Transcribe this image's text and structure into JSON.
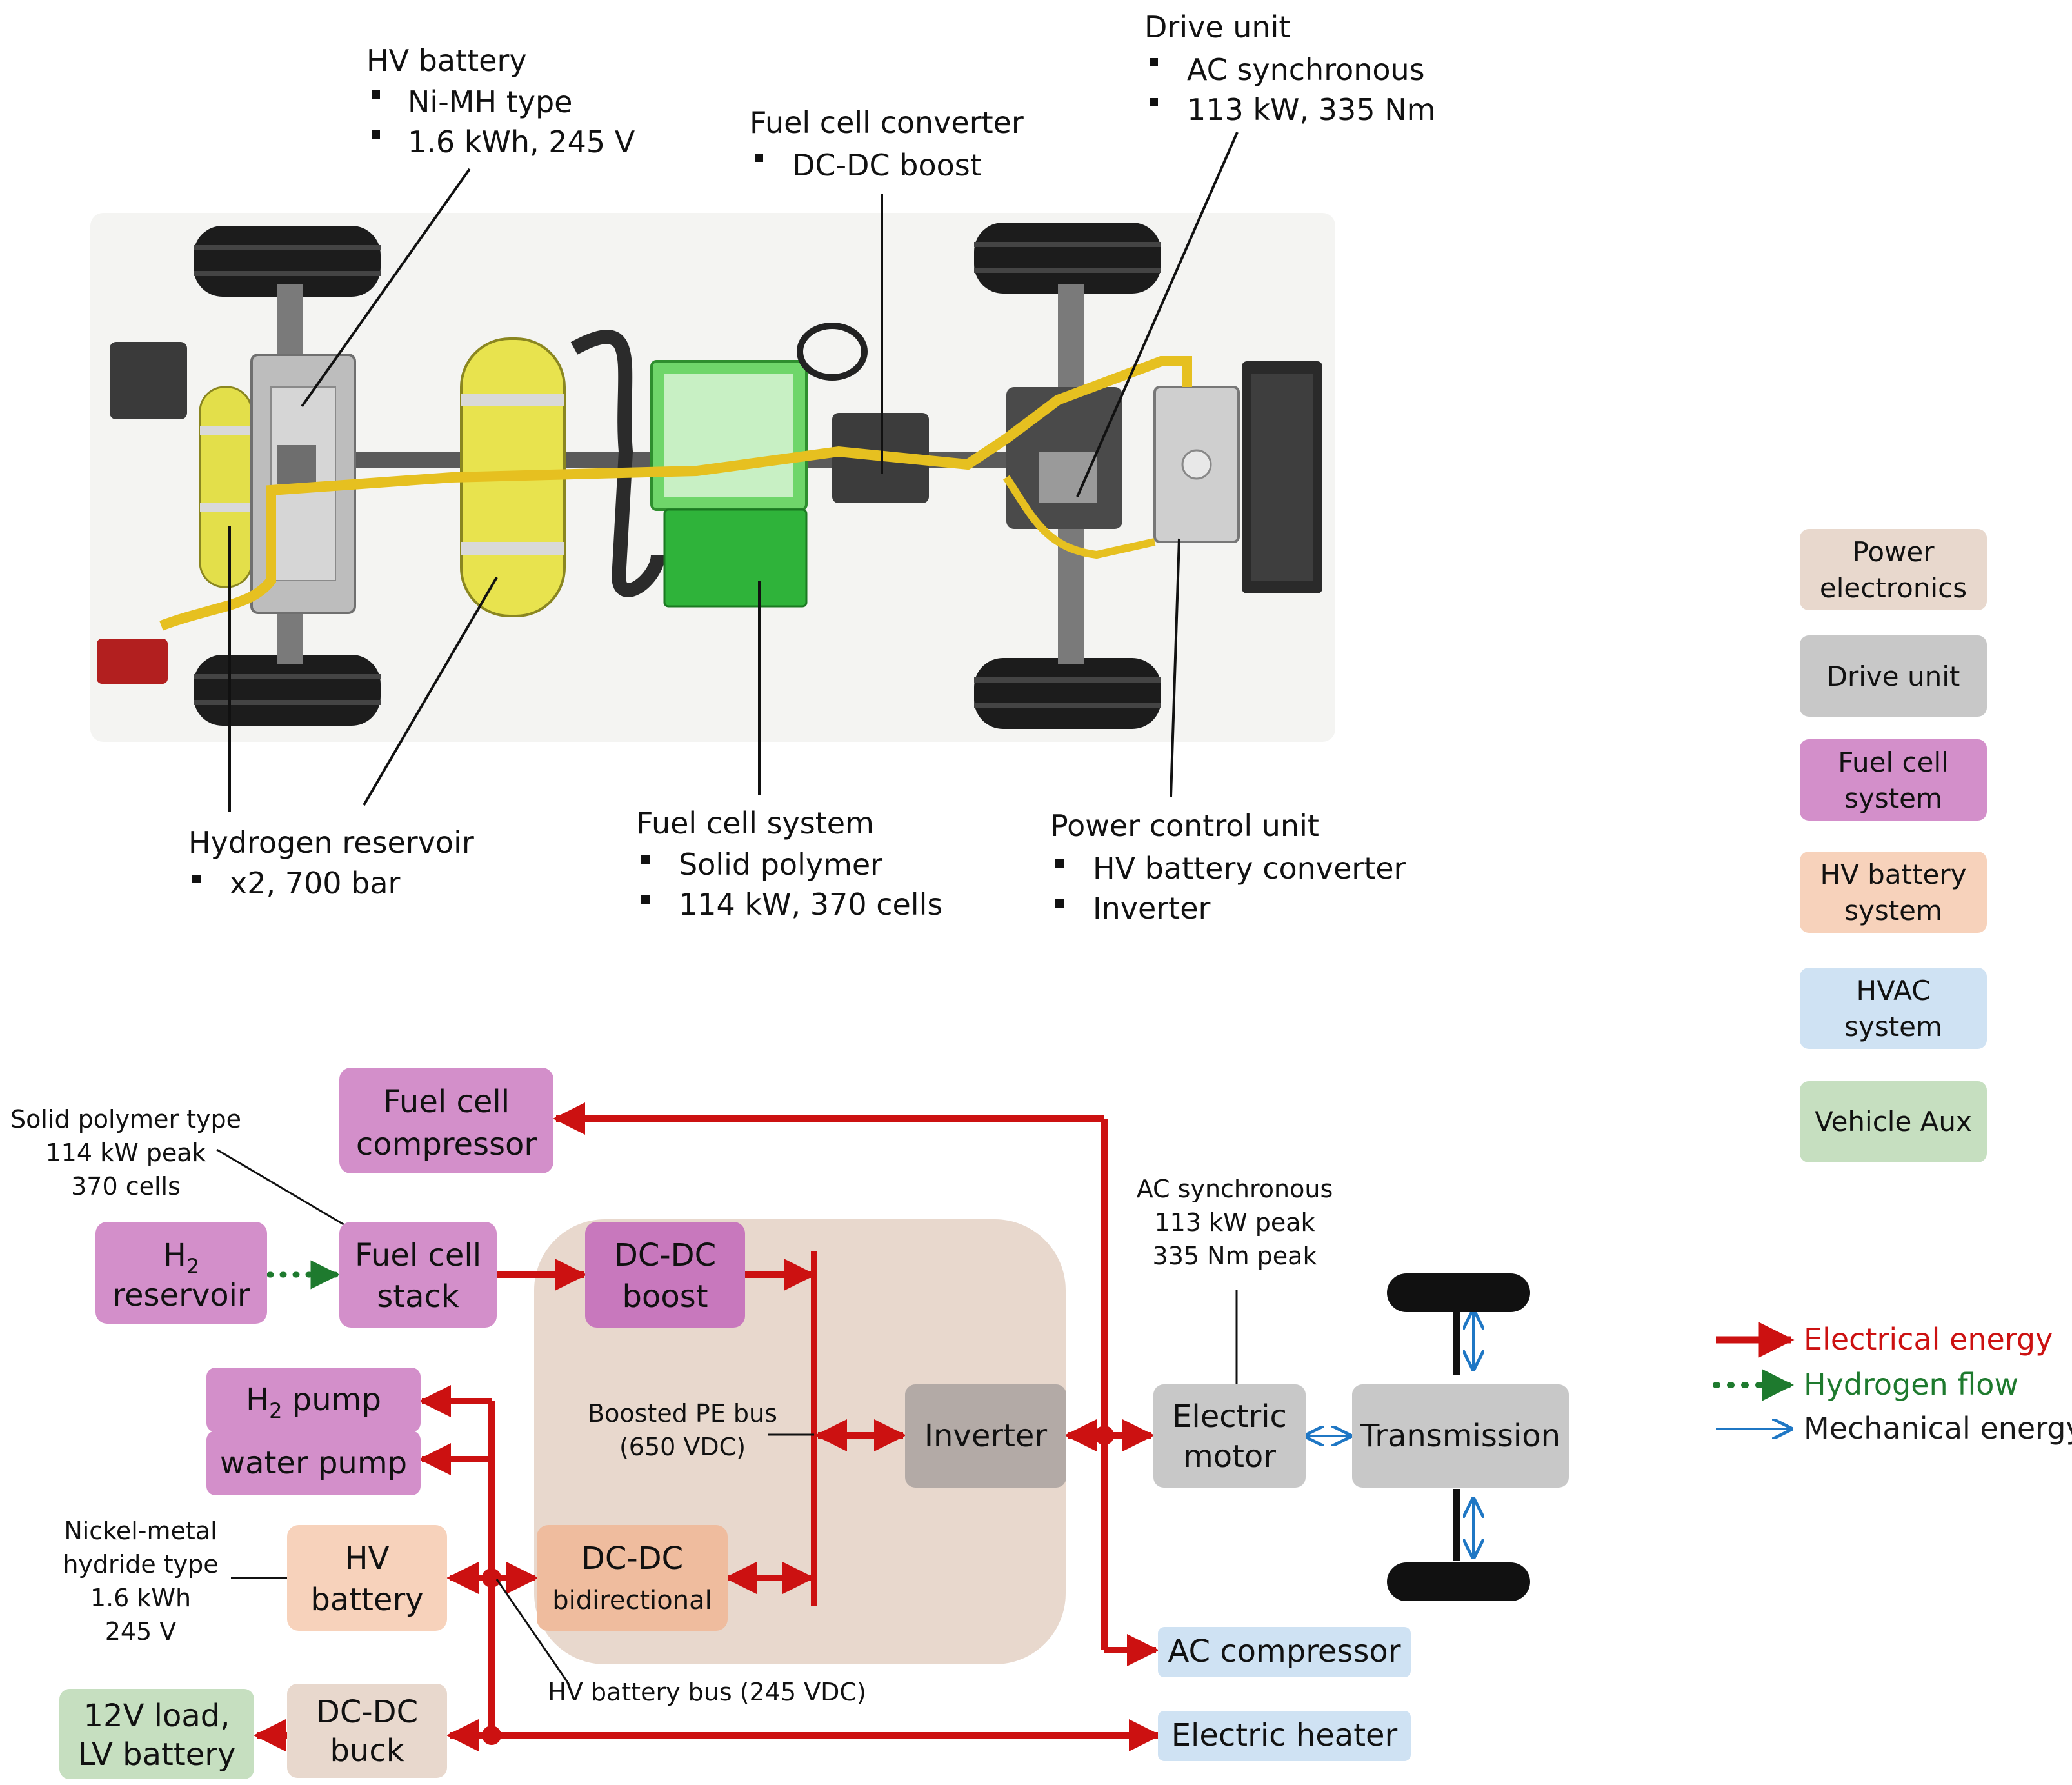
{
  "top_callouts": {
    "hv_battery": {
      "title": "HV battery",
      "bullets": [
        "Ni-MH type",
        "1.6 kWh, 245 V"
      ]
    },
    "fc_converter": {
      "title": "Fuel cell converter",
      "bullets": [
        "DC-DC boost"
      ]
    },
    "drive_unit": {
      "title": "Drive unit",
      "bullets": [
        "AC synchronous",
        "113 kW, 335 Nm"
      ]
    },
    "h2_reservoir": {
      "title": "Hydrogen reservoir",
      "bullets": [
        "x2, 700 bar"
      ]
    },
    "fc_system": {
      "title": "Fuel cell system",
      "bullets": [
        "Solid polymer",
        "114 kW, 370 cells"
      ]
    },
    "pcu": {
      "title": "Power control unit",
      "bullets": [
        "HV battery converter",
        "Inverter"
      ]
    }
  },
  "category_legend": [
    {
      "lines": [
        "Power",
        "electronics"
      ],
      "color": "#e8d8cd"
    },
    {
      "lines": [
        "Drive unit"
      ],
      "color": "#c8c8c8"
    },
    {
      "lines": [
        "Fuel cell",
        "system"
      ],
      "color": "#d38fca"
    },
    {
      "lines": [
        "HV battery",
        "system"
      ],
      "color": "#f7d2bb"
    },
    {
      "lines": [
        "HVAC",
        "system"
      ],
      "color": "#cfe2f3"
    },
    {
      "lines": [
        "Vehicle Aux"
      ],
      "color": "#c6dfc0"
    }
  ],
  "flow_legend": [
    {
      "label": "Electrical energy",
      "color": "#cc1111",
      "style": "electrical"
    },
    {
      "label": "Hydrogen flow",
      "color": "#1e7a2e",
      "style": "hydrogen"
    },
    {
      "label": "Mechanical energy",
      "color": "#1a1a1a",
      "arrow_color": "#1f77c4",
      "style": "mechanical"
    }
  ],
  "blocks": {
    "fc_compressor": [
      "Fuel cell",
      "compressor"
    ],
    "h2_reservoir": [
      "H",
      "reservoir"
    ],
    "h2_subscript": "2",
    "fc_stack": [
      "Fuel cell",
      "stack"
    ],
    "dcdc_boost": [
      "DC-DC",
      "boost"
    ],
    "h2_pump": [
      "H",
      " pump"
    ],
    "water_pump": [
      "water pump"
    ],
    "hv_battery": [
      "HV",
      "battery"
    ],
    "dcdc_bidirectional": [
      "DC-DC",
      "bidirectional"
    ],
    "inverter": [
      "Inverter"
    ],
    "electric_motor": [
      "Electric",
      "motor"
    ],
    "transmission": [
      "Transmission"
    ],
    "dcdc_buck": [
      "DC-DC",
      "buck"
    ],
    "lv_load": [
      "12V load,",
      "LV battery"
    ],
    "ac_compressor": [
      "AC compressor"
    ],
    "electric_heater": [
      "Electric heater"
    ]
  },
  "annotations": {
    "fc_stack_spec": [
      "Solid polymer type",
      "114 kW peak",
      "370 cells"
    ],
    "motor_spec": [
      "AC synchronous",
      "113 kW peak",
      "335 Nm peak"
    ],
    "pe_bus": [
      "Boosted PE bus",
      "(650 VDC)"
    ],
    "battery_spec": [
      "Nickel-metal",
      "hydride type",
      "1.6 kWh",
      "245 V"
    ],
    "hv_bus": "HV battery bus (245 VDC)"
  },
  "colors": {
    "electrical": "#cc1111",
    "hydrogen": "#1e7a2e",
    "mechanical": "#1f77c4",
    "fuel_cell": "#d38fca",
    "fuel_cell_dark": "#c878bd",
    "power_electronics": "#e8d8cd",
    "hv_battery": "#f7d2bb",
    "drive": "#c8c8c8",
    "drive_dark": "#b3aaa6",
    "hvac": "#cfe2f3",
    "aux": "#c6dfc0"
  }
}
